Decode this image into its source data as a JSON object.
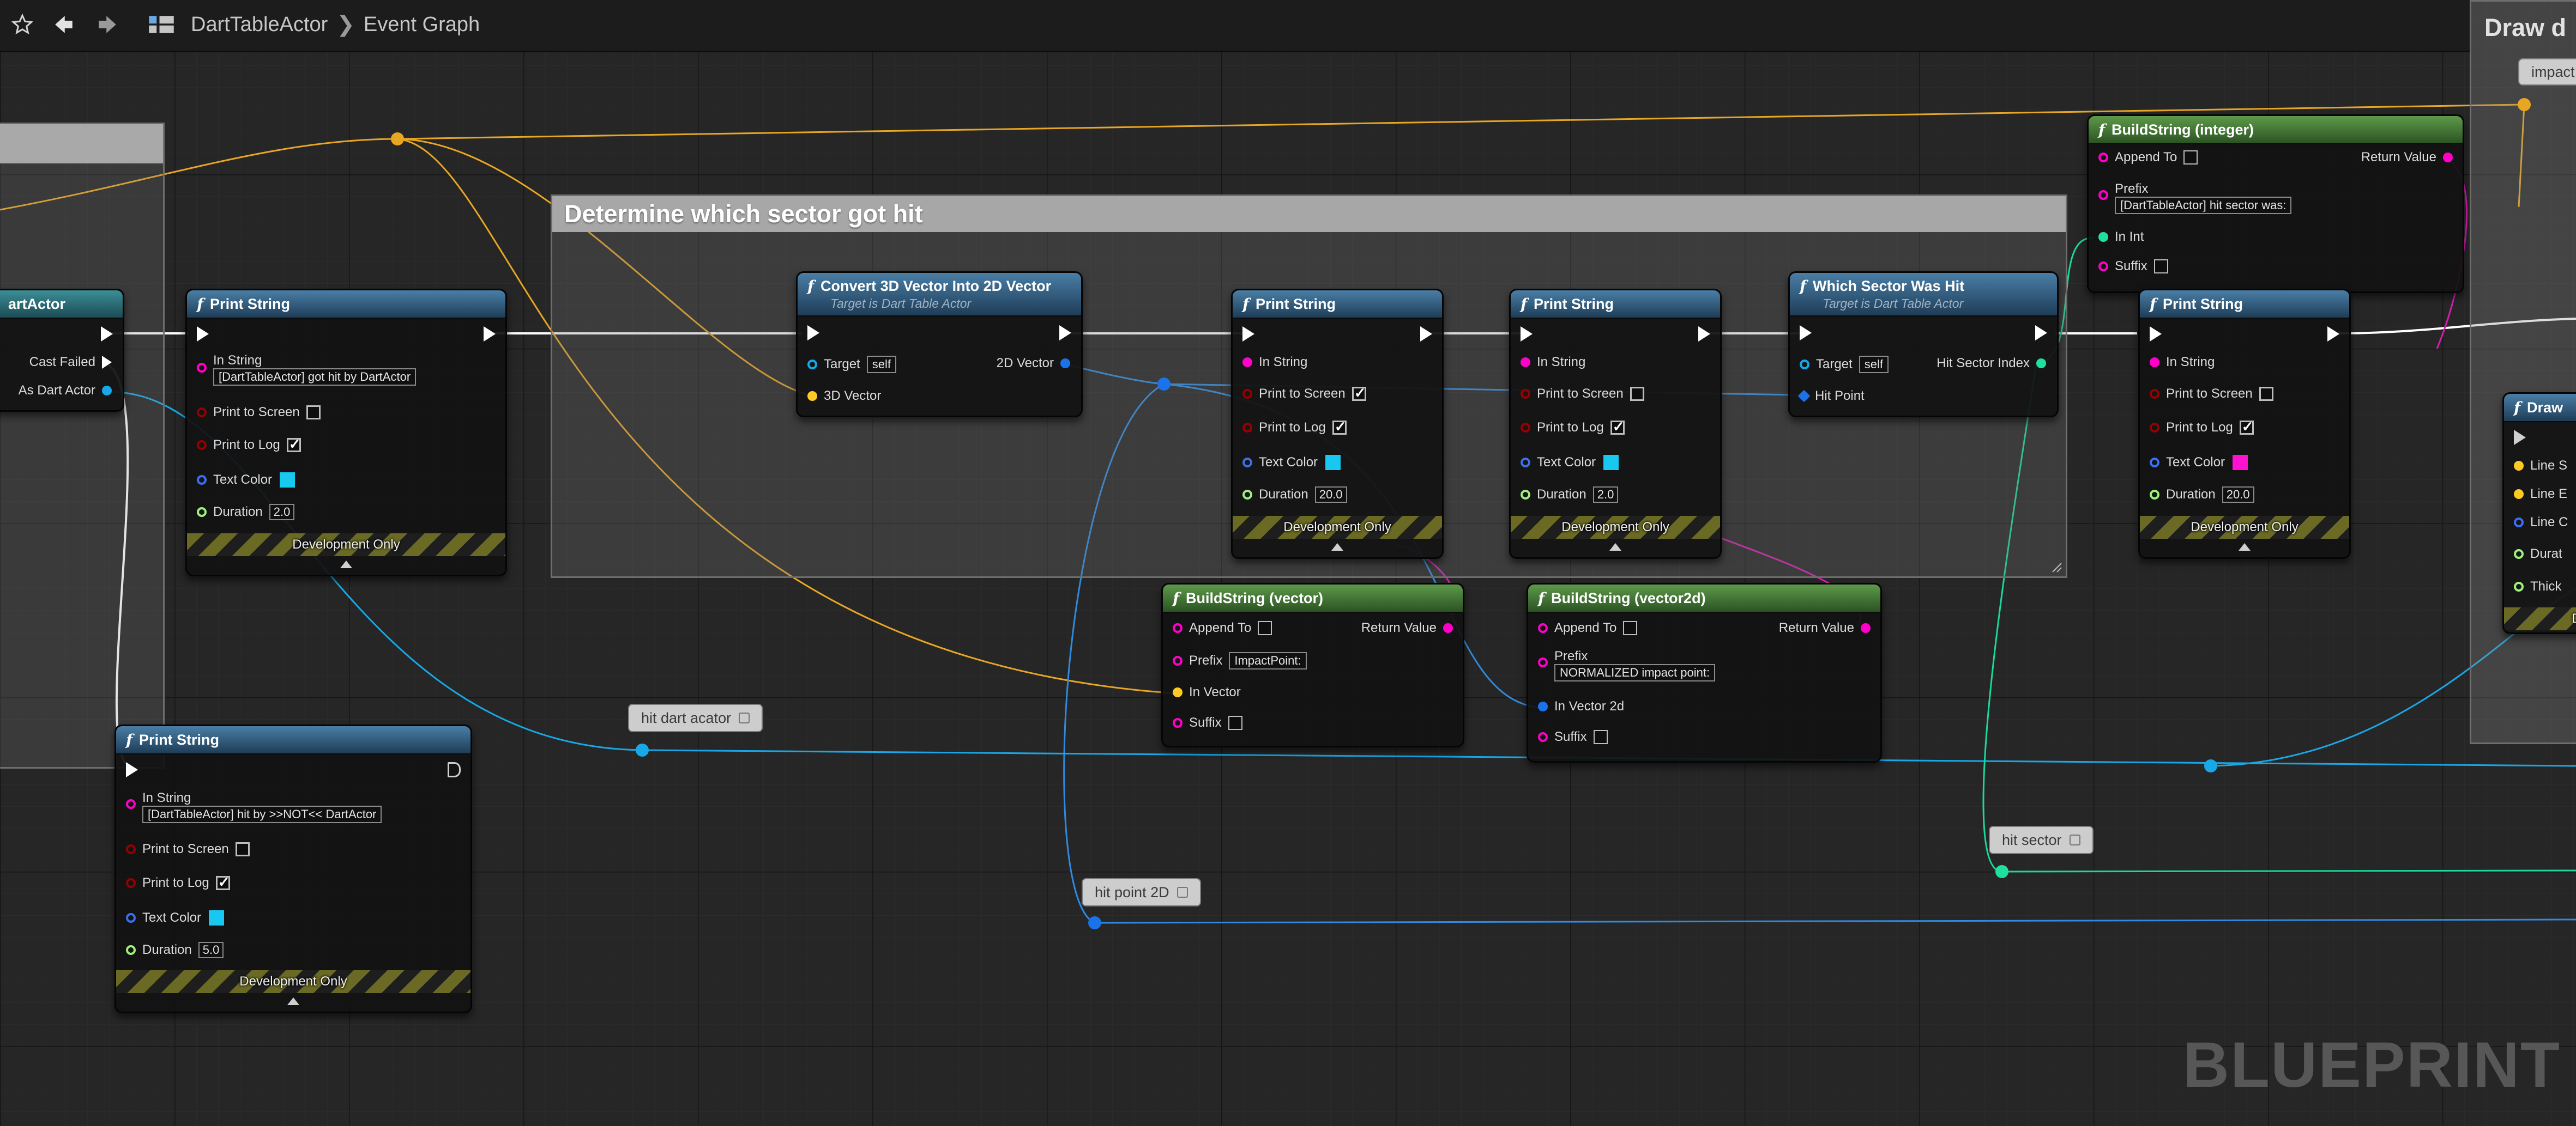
{
  "toolbar": {
    "favorite_icon": "star-icon",
    "back_icon": "back-arrow-icon",
    "forward_icon": "forward-arrow-icon",
    "blueprint_icon": "blueprint-grid-icon",
    "breadcrumb": [
      "DartTableActor",
      "Event Graph"
    ]
  },
  "colors": {
    "exec": "#ffffff",
    "string": "#ff00c8",
    "boolean": "#950000",
    "object": "#00a8f4",
    "struct": "#1e90ff",
    "float": "#9df17c",
    "integer": "#20e0a0",
    "vector": "#ffc924",
    "vector2d": "#1a73e8",
    "linear_color": "#3a6ff0"
  },
  "cast_node": {
    "title": "artActor",
    "pins": [
      "Cast Failed",
      "As Dart Actor"
    ]
  },
  "comment_box": {
    "title": "Determine which sector got hit"
  },
  "node_print1": {
    "title": "Print String",
    "in_string": "[DartTableActor] got hit by DartActor",
    "duration": "2.0",
    "print_to_screen": false,
    "print_to_log": true,
    "text_color": "#19c8f0"
  },
  "node_convert": {
    "title": "Convert 3D Vector Into 2D Vector",
    "subtitle": "Target is Dart Table Actor",
    "target_value": "self"
  },
  "node_print2": {
    "title": "Print String",
    "duration": "20.0",
    "print_to_screen": true,
    "print_to_log": true,
    "text_color": "#19c8f0"
  },
  "node_print3": {
    "title": "Print String",
    "duration": "2.0",
    "print_to_screen": false,
    "print_to_log": true,
    "text_color": "#19c8f0"
  },
  "node_which": {
    "title": "Which Sector Was Hit",
    "subtitle": "Target is Dart Table Actor",
    "target_value": "self"
  },
  "node_buildint": {
    "title": "BuildString (integer)",
    "prefix": "[DartTableActor] hit sector was:"
  },
  "node_print4": {
    "title": "Print String",
    "duration": "20.0",
    "print_to_screen": false,
    "print_to_log": true,
    "text_color": "#ff11d0"
  },
  "node_buildvec": {
    "title": "BuildString (vector)",
    "prefix": "ImpactPoint:"
  },
  "node_buildvec2d": {
    "title": "BuildString (vector2d)",
    "prefix": "NORMALIZED impact point:"
  },
  "node_print5": {
    "title": "Print String",
    "in_string": "[DartTableActor] hit by >>NOT<< DartActor",
    "duration": "5.0",
    "print_to_screen": false,
    "print_to_log": true,
    "text_color": "#19c8f0"
  },
  "node_draw": {
    "title": "Draw",
    "pins": [
      "Line S",
      "Line E",
      "Line C",
      "Durat",
      "Thick"
    ],
    "dev_label": "Deve"
  },
  "far_comment": {
    "title": "Draw d",
    "label_top": "impact"
  },
  "labels": {
    "in_string": "In String",
    "print_to_screen": "Print to Screen",
    "print_to_log": "Print to Log",
    "text_color": "Text Color",
    "duration": "Duration",
    "dev_only": "Development Only",
    "target": "Target",
    "three_d_vector": "3D Vector",
    "two_d_vector": "2D Vector",
    "hit_point": "Hit Point",
    "hit_sector_index": "Hit Sector Index",
    "append_to": "Append To",
    "prefix": "Prefix",
    "in_int": "In Int",
    "in_vector": "In Vector",
    "in_vector_2d": "In Vector 2d",
    "suffix": "Suffix",
    "return_value": "Return Value"
  },
  "reroute_labels": {
    "hit_dart": "hit dart acator",
    "hit_point_2d": "hit point 2D",
    "hit_sector": "hit sector"
  },
  "watermark": "BLUEPRINT"
}
